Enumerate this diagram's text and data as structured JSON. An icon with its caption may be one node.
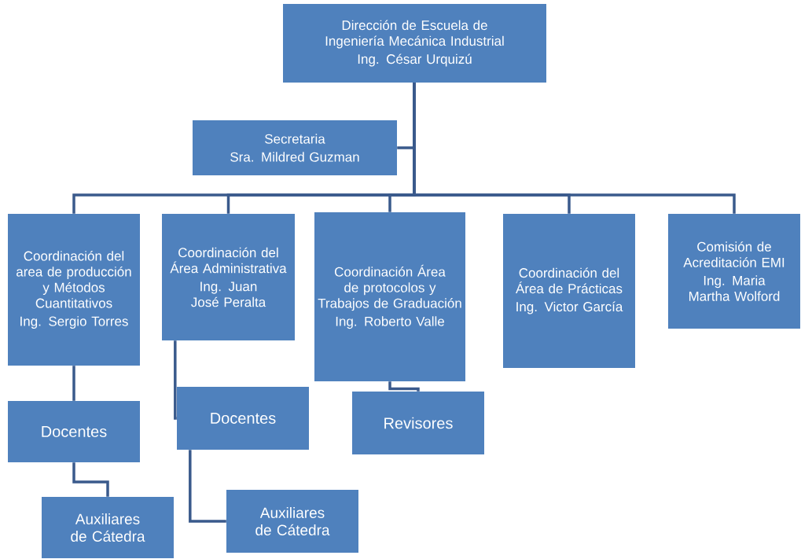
{
  "diagram": {
    "nodes": [
      {
        "text": [
          "Dirección de Escuela de Ingeniería Mecánica Industrial",
          "Ing. César Urquizú"
        ]
      },
      {
        "text": [
          "Secretaria",
          "Sra. Mildred Guzman"
        ]
      },
      {
        "text": [
          "Coordinación del area de producción y Métodos Cuantitativos",
          "Ing. Sergio Torres"
        ]
      },
      {
        "text": [
          "Coordinación del Área Administrativa",
          "Ing. Juan José Peralta"
        ]
      },
      {
        "text": [
          "Coordinación Área de protocolos y Trabajos de Graduación",
          "Ing. Roberto Valle"
        ]
      },
      {
        "text": [
          "Coordinación del Área de Prácticas",
          "Ing. Victor García"
        ]
      },
      {
        "text": [
          "Comisión de Acreditación EMI",
          "Ing. Maria Martha Wolford"
        ]
      },
      {
        "text": [
          "Docentes"
        ]
      },
      {
        "text": [
          "Docentes"
        ]
      },
      {
        "text": [
          "Revisores"
        ]
      },
      {
        "text": [
          "Auxiliares de Cátedra"
        ]
      },
      {
        "text": [
          "Auxiliares de Cátedra"
        ]
      }
    ],
    "edges": [
      {
        "from": 0,
        "to": 1,
        "arrow": "none"
      },
      {
        "from": 0,
        "to": 2,
        "arrow": "none"
      },
      {
        "from": 0,
        "to": 3,
        "arrow": "none"
      },
      {
        "from": 0,
        "to": 4,
        "arrow": "none"
      },
      {
        "from": 0,
        "to": 5,
        "arrow": "none"
      },
      {
        "from": 0,
        "to": 6,
        "arrow": "none"
      },
      {
        "from": 2,
        "to": 7,
        "arrow": "none"
      },
      {
        "from": 3,
        "to": 8,
        "arrow": "none"
      },
      {
        "from": 4,
        "to": 9,
        "arrow": "none"
      },
      {
        "from": 7,
        "to": 10,
        "arrow": "none"
      },
      {
        "from": 8,
        "to": 11,
        "arrow": "none"
      }
    ]
  }
}
